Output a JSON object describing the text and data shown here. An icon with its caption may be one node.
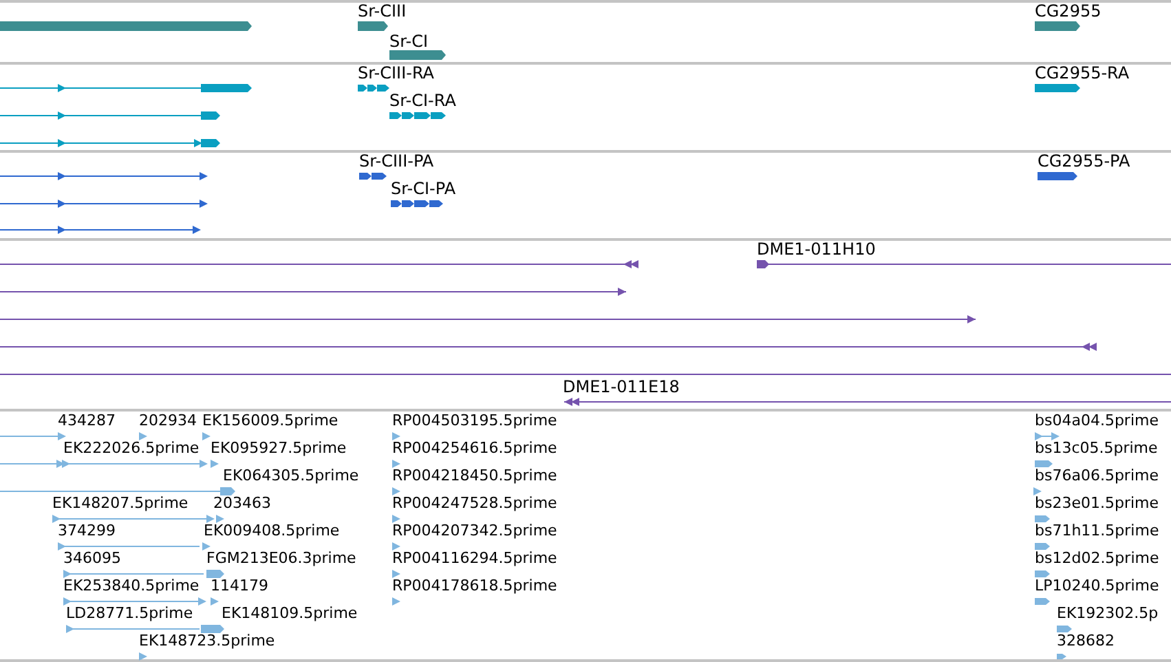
{
  "diagram": {
    "nodes": [
      {
        "text": [],
        "shape": "bar"
      },
      {
        "text": [
          "Sr-CIII"
        ]
      },
      {
        "text": [
          "Sr-CI"
        ]
      },
      {
        "text": [
          "CG2955"
        ]
      },
      {
        "text": [],
        "shape": "line"
      },
      {
        "text": [],
        "shape": "line"
      },
      {
        "text": [],
        "shape": "line"
      },
      {
        "text": [
          "Sr-CIII-RA"
        ]
      },
      {
        "text": [
          "Sr-CI-RA"
        ]
      },
      {
        "text": [
          "CG2955-RA"
        ]
      },
      {
        "text": [],
        "shape": "line"
      },
      {
        "text": [],
        "shape": "line"
      },
      {
        "text": [],
        "shape": "line"
      },
      {
        "text": [
          "Sr-CIII-PA"
        ]
      },
      {
        "text": [
          "Sr-CI-PA"
        ]
      },
      {
        "text": [
          "CG2955-PA"
        ]
      },
      {
        "text": [],
        "shape": "line"
      },
      {
        "text": [
          "DME1-011H10"
        ]
      },
      {
        "text": [],
        "shape": "line"
      },
      {
        "text": [],
        "shape": "line"
      },
      {
        "text": [],
        "shape": "line"
      },
      {
        "text": [],
        "shape": "line"
      },
      {
        "text": [
          "DME1-011E18"
        ]
      },
      {
        "text": [],
        "shape": "line"
      },
      {
        "text": [
          "434287"
        ]
      },
      {
        "text": [
          "202934"
        ]
      },
      {
        "text": [
          "EK156009.5prime"
        ]
      },
      {
        "text": [],
        "shape": "line"
      },
      {
        "text": [
          "EK222026.5prime"
        ]
      },
      {
        "text": [
          "EK095927.5prime"
        ]
      },
      {
        "text": [],
        "shape": "line"
      },
      {
        "text": [
          "EK064305.5prime"
        ]
      },
      {
        "text": [
          "EK148207.5prime"
        ]
      },
      {
        "text": [
          "203463"
        ]
      },
      {
        "text": [
          "374299"
        ]
      },
      {
        "text": [
          "EK009408.5prime"
        ]
      },
      {
        "text": [
          "346095"
        ]
      },
      {
        "text": [
          "FGM213E06.3prime"
        ]
      },
      {
        "text": [
          "EK253840.5prime"
        ]
      },
      {
        "text": [
          "114179"
        ]
      },
      {
        "text": [
          "LD28771.5prime"
        ]
      },
      {
        "text": [
          "EK148109.5prime"
        ]
      },
      {
        "text": [
          "EK148723.5prime"
        ]
      },
      {
        "text": [
          "RP004503195.5prime"
        ]
      },
      {
        "text": [
          "RP004254616.5prime"
        ]
      },
      {
        "text": [
          "RP004218450.5prime"
        ]
      },
      {
        "text": [
          "RP004247528.5prime"
        ]
      },
      {
        "text": [
          "RP004207342.5prime"
        ]
      },
      {
        "text": [
          "RP004116294.5prime"
        ]
      },
      {
        "text": [
          "RP004178618.5prime"
        ]
      },
      {
        "text": [
          "bs04a04.5prime"
        ]
      },
      {
        "text": [
          "bs13c05.5prime"
        ]
      },
      {
        "text": [
          "bs76a06.5prime"
        ]
      },
      {
        "text": [
          "bs23e01.5prime"
        ]
      },
      {
        "text": [
          "bs71h11.5prime"
        ]
      },
      {
        "text": [
          "bs12d02.5prime"
        ]
      },
      {
        "text": [
          "LP10240.5prime"
        ]
      },
      {
        "text": [
          "EK192302.5p"
        ]
      },
      {
        "text": [
          "328682"
        ]
      }
    ]
  }
}
